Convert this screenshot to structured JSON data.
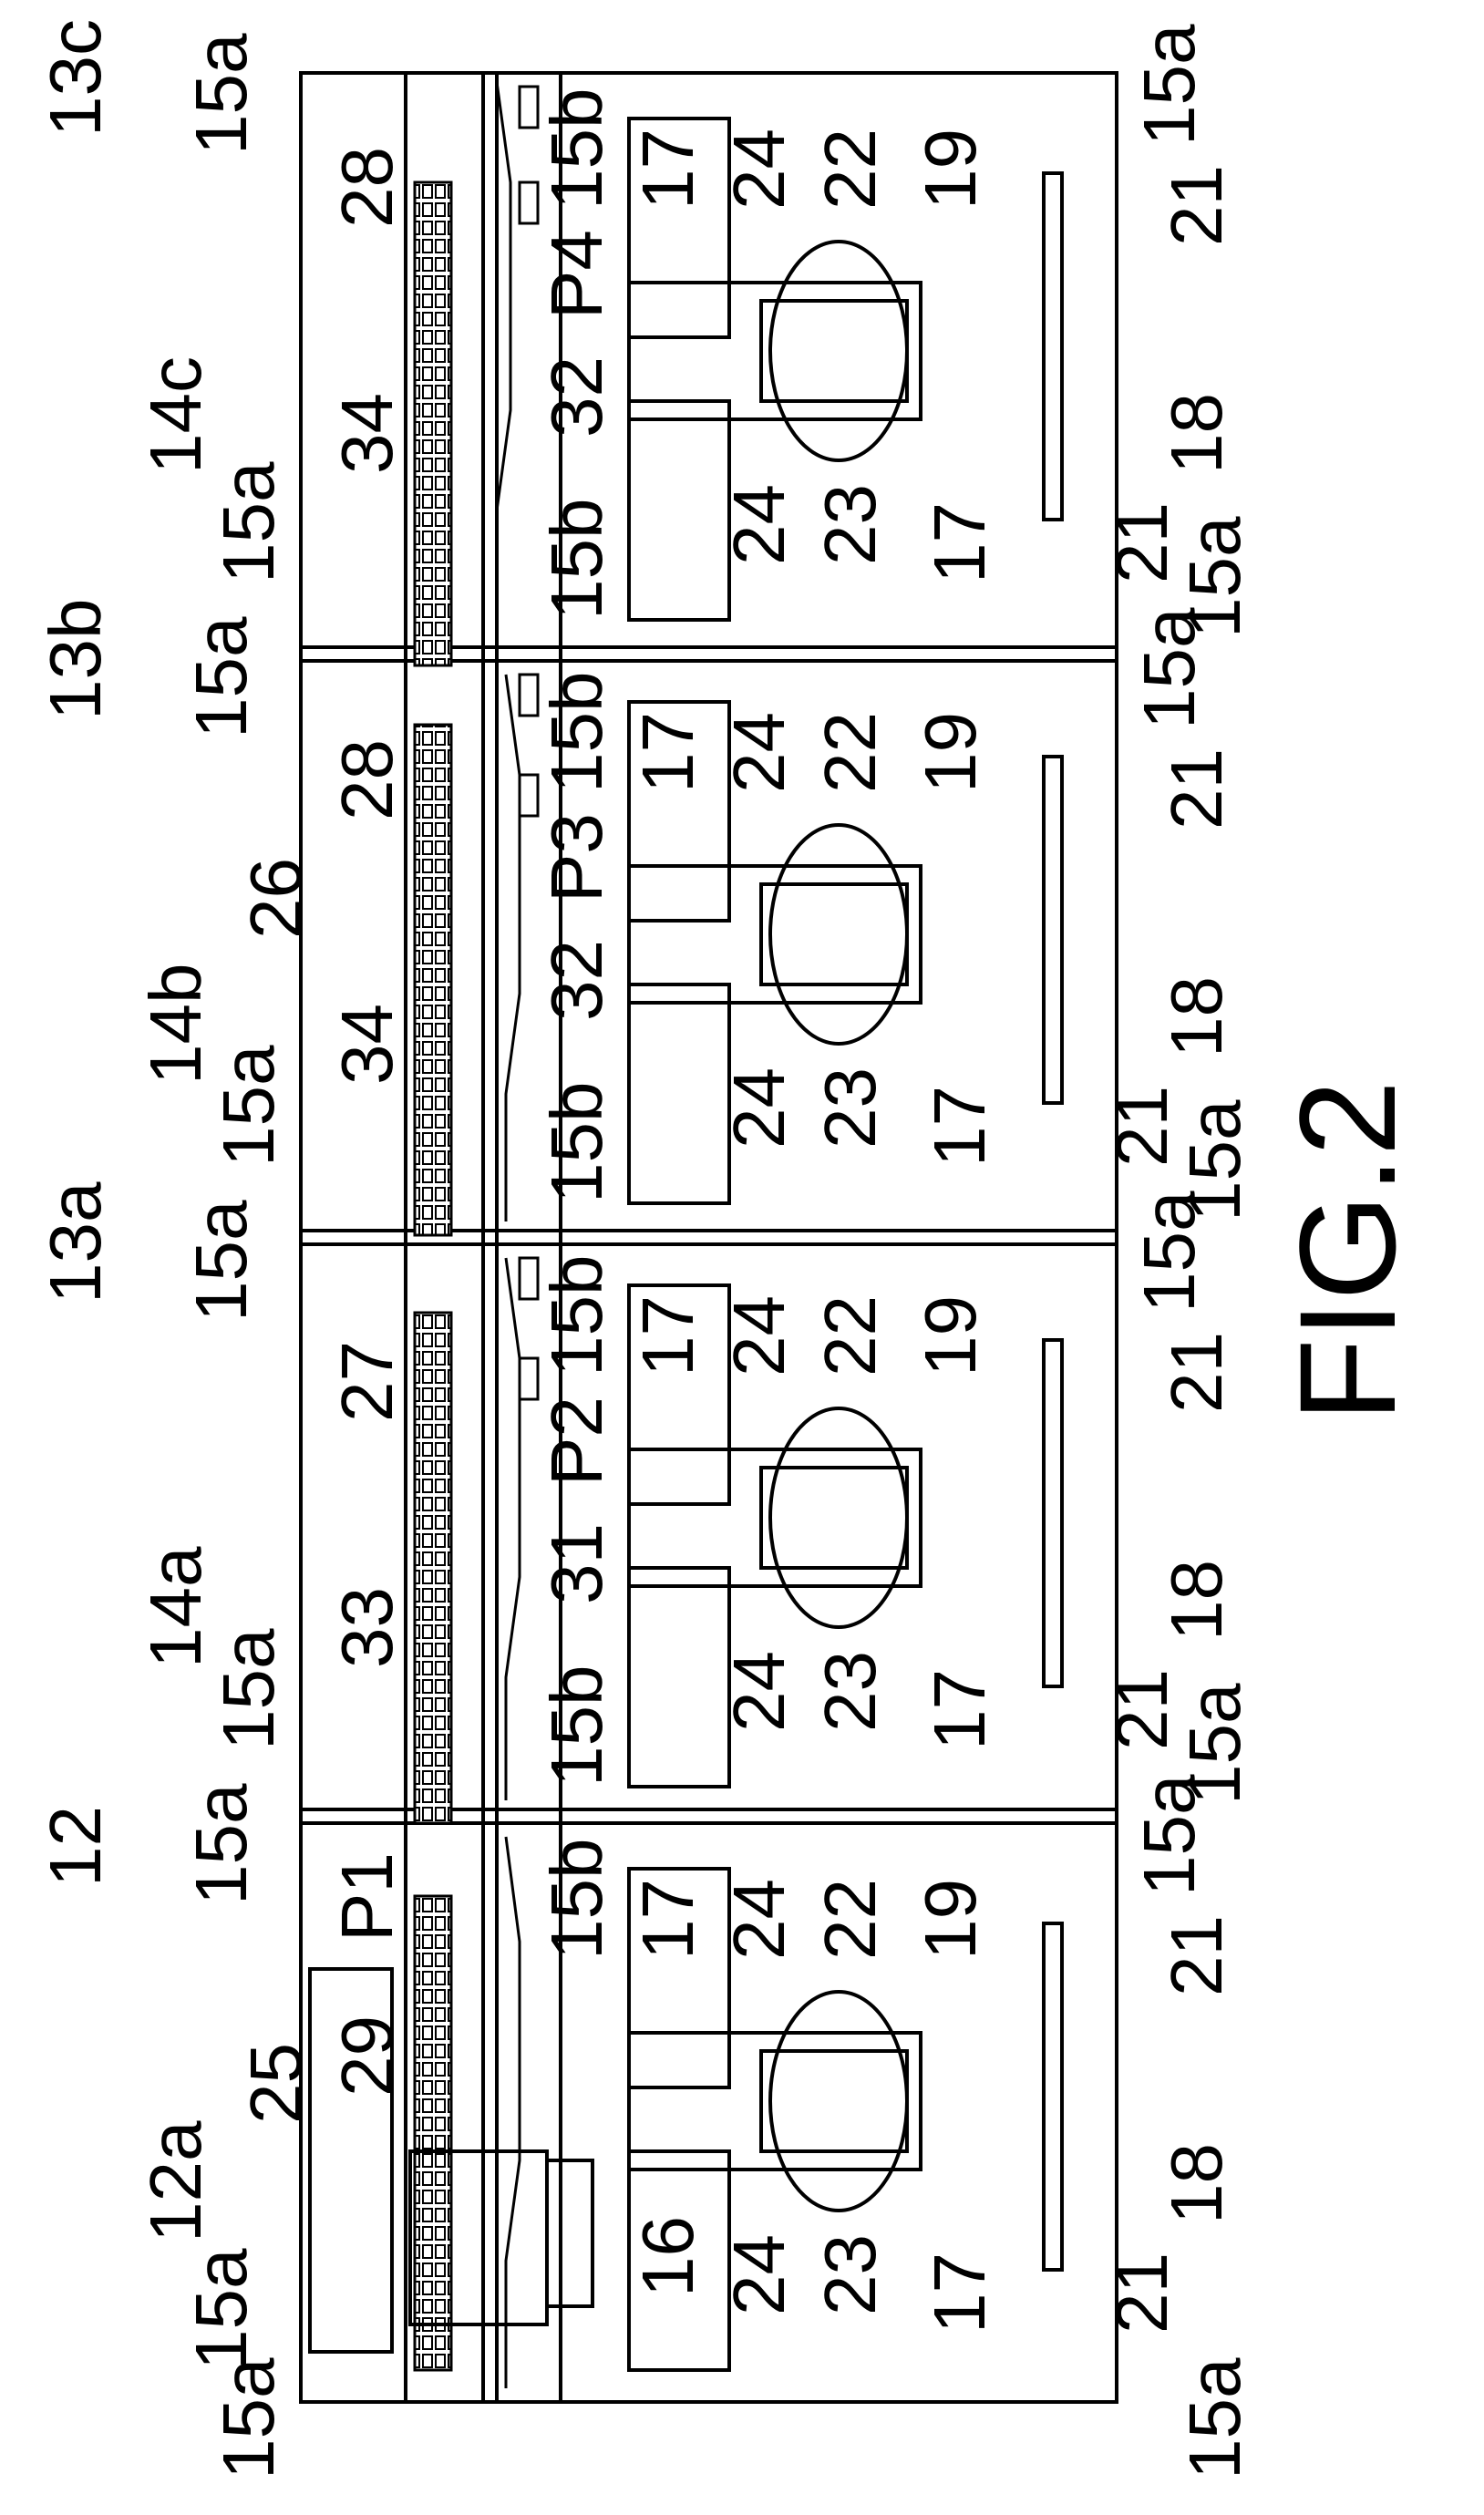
{
  "figure_label": "FIG.2",
  "colors": {
    "ink": "#000000",
    "paper": "#ffffff"
  },
  "head_section": {
    "labels": [
      "12",
      "12a",
      "25",
      "29",
      "P1",
      "16",
      "15a",
      "15a",
      "15a",
      "15b",
      "17",
      "17",
      "22",
      "23",
      "24",
      "24",
      "19",
      "21",
      "21",
      "18",
      "15a",
      "15a"
    ]
  },
  "sections": [
    {
      "id": "13a",
      "labels": [
        "13a",
        "14a",
        "27",
        "33",
        "31",
        "P2",
        "15a",
        "15a",
        "15b",
        "15b",
        "17",
        "17",
        "22",
        "23",
        "24",
        "24",
        "19",
        "21",
        "21",
        "18",
        "15a",
        "15a"
      ]
    },
    {
      "id": "13b",
      "labels": [
        "13b",
        "14b",
        "26",
        "28",
        "34",
        "32",
        "P3",
        "15a",
        "15a",
        "15b",
        "15b",
        "17",
        "17",
        "22",
        "23",
        "24",
        "24",
        "19",
        "21",
        "21",
        "18",
        "15a",
        "15a"
      ]
    },
    {
      "id": "13c",
      "labels": [
        "13c",
        "14c",
        "28",
        "34",
        "32",
        "P4",
        "15a",
        "15a",
        "15b",
        "15b",
        "17",
        "17",
        "22",
        "23",
        "24",
        "24",
        "19",
        "21",
        "21",
        "18",
        "15a",
        "15a"
      ]
    }
  ]
}
